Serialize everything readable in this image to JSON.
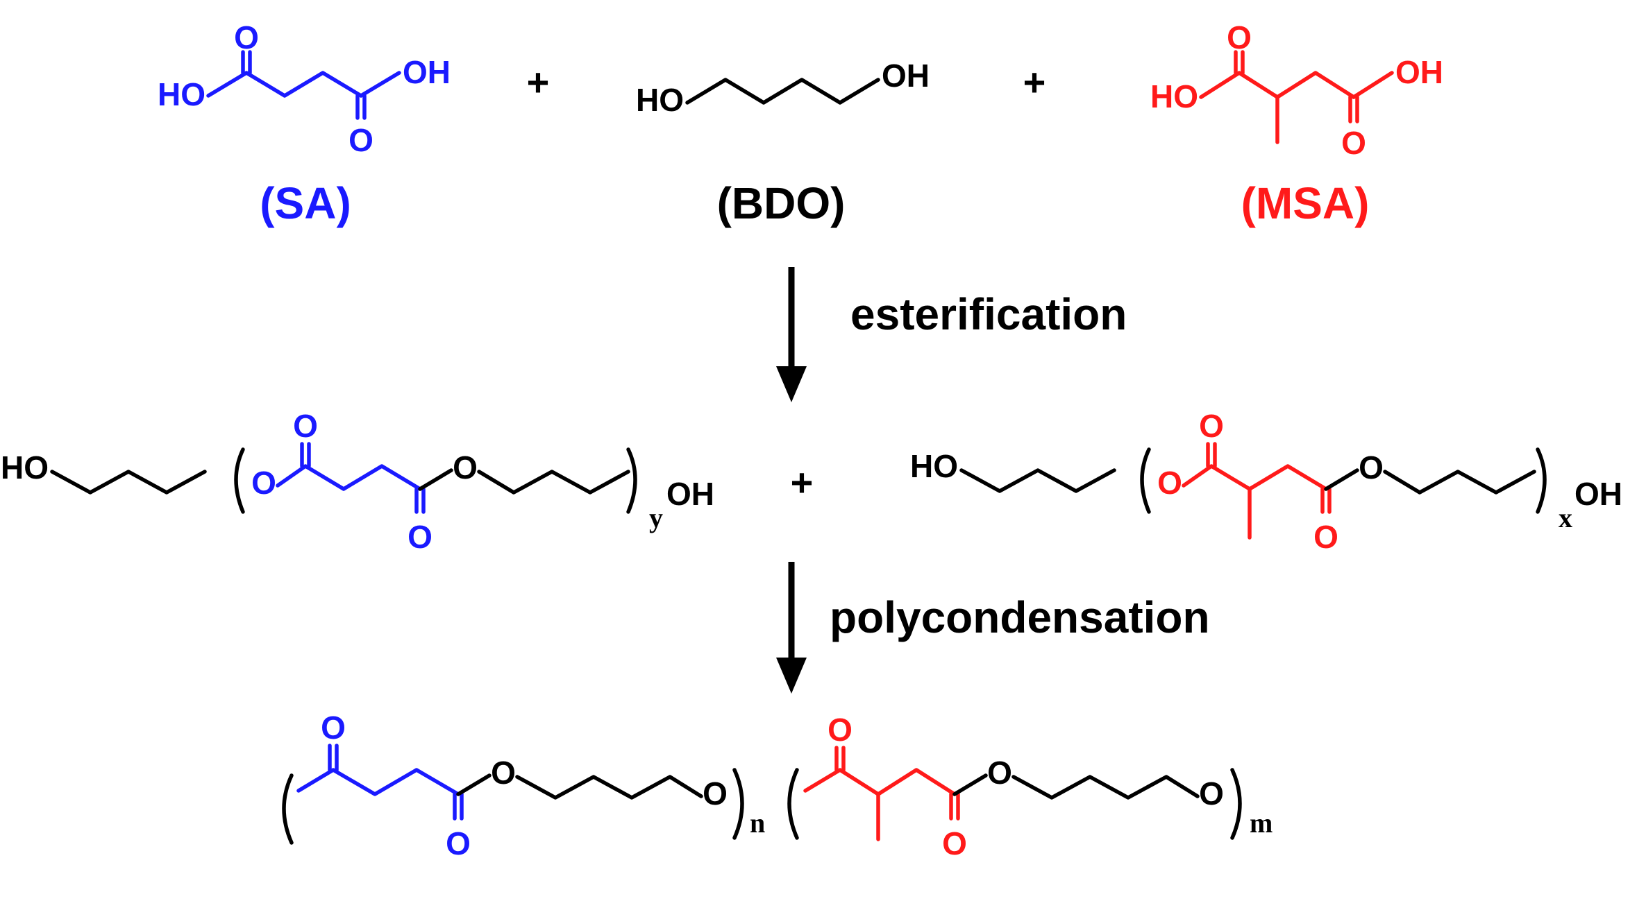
{
  "colors": {
    "sa": "#1a1aff",
    "msa": "#ff1a1a",
    "bdo": "#000000"
  },
  "reactants": {
    "sa": {
      "label": "(SA)",
      "ho": "HO",
      "oh": "OH",
      "o": "O"
    },
    "bdo": {
      "label": "(BDO)",
      "ho": "HO",
      "oh": "OH"
    },
    "msa": {
      "label": "(MSA)",
      "ho": "HO",
      "oh": "OH",
      "o": "O"
    },
    "plus": "+"
  },
  "steps": {
    "step1": "esterification",
    "step2": "polycondensation"
  },
  "intermediates": {
    "left": {
      "ho": "HO",
      "oh": "OH",
      "o": "O",
      "subscript": "y"
    },
    "right": {
      "ho": "HO",
      "oh": "OH",
      "o": "O",
      "subscript": "x"
    },
    "plus": "+"
  },
  "product": {
    "o": "O",
    "subscript_n": "n",
    "subscript_m": "m"
  }
}
